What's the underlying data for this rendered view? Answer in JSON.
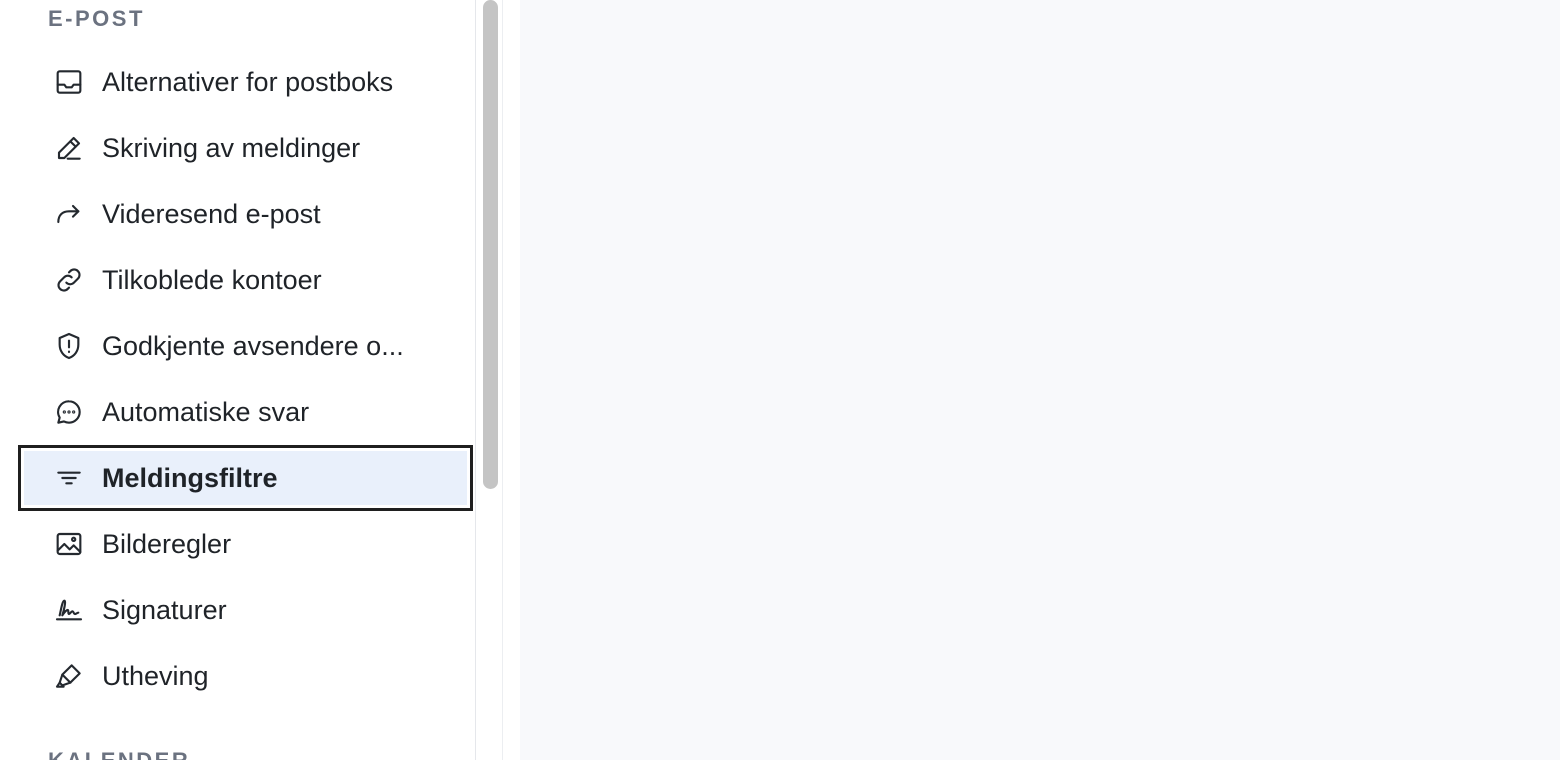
{
  "sidebar": {
    "section_title": "E-POST",
    "next_section_title": "KALENDER",
    "items": [
      {
        "label": "Alternativer for postboks",
        "icon": "inbox-icon"
      },
      {
        "label": "Skriving av meldinger",
        "icon": "pencil-icon"
      },
      {
        "label": "Videresend e-post",
        "icon": "forward-arrow-icon"
      },
      {
        "label": "Tilkoblede kontoer",
        "icon": "link-icon"
      },
      {
        "label": "Godkjente avsendere o...",
        "icon": "shield-alert-icon"
      },
      {
        "label": "Automatiske svar",
        "icon": "chat-bubble-icon"
      },
      {
        "label": "Meldingsfiltre",
        "icon": "filter-icon",
        "active": true
      },
      {
        "label": "Bilderegler",
        "icon": "image-icon"
      },
      {
        "label": "Signaturer",
        "icon": "signature-icon"
      },
      {
        "label": "Utheving",
        "icon": "highlighter-icon"
      }
    ]
  },
  "colors": {
    "active_background": "#e9f0fb",
    "active_outline": "#1f1f1f",
    "section_title": "#6b7280",
    "content_background": "#f8f9fb"
  }
}
